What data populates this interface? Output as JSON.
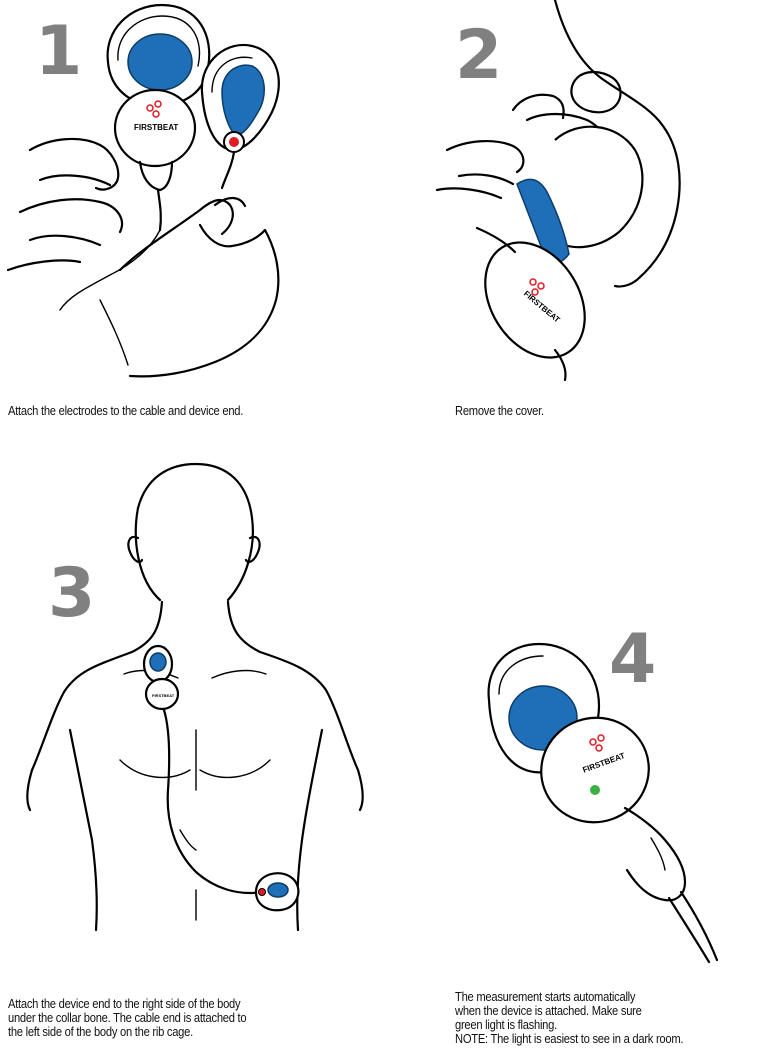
{
  "steps": [
    {
      "number": "1",
      "caption": [
        "Attach the electrodes to the cable and device end."
      ]
    },
    {
      "number": "2",
      "caption": [
        "Remove the cover."
      ]
    },
    {
      "number": "3",
      "caption": [
        "Attach the device end to the right side of the body",
        "under the collar bone. The cable end is attached to",
        "the left side of the body on the rib cage."
      ]
    },
    {
      "number": "4",
      "caption": [
        "The measurement starts automatically",
        "when the device is attached. Make sure",
        "green light is flashing.",
        "NOTE: The light is easiest to see in a dark room."
      ]
    }
  ],
  "device_brand": "FIRSTBEAT",
  "colors": {
    "electrode_blue": "#1f6fb8",
    "indicator_red": "#e01b22",
    "status_green": "#3cb043",
    "number_gray": "#808080"
  }
}
